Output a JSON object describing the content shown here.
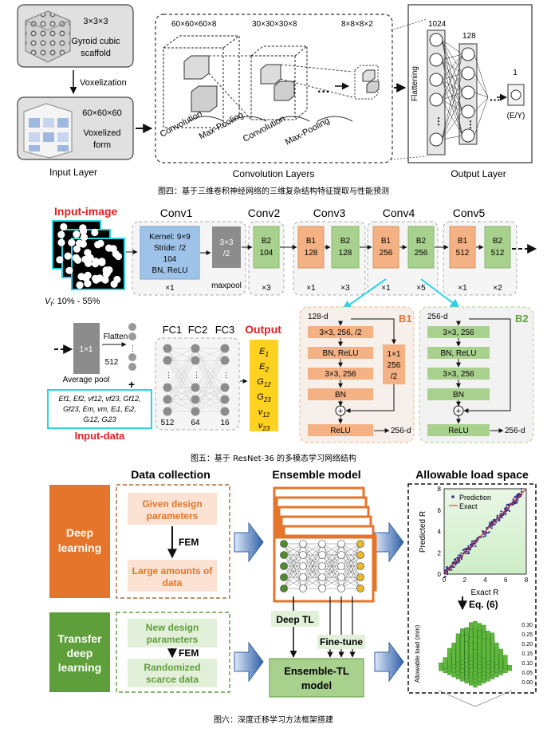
{
  "fig4": {
    "scaffold_dims": "3×3×3",
    "scaffold_label_1": "Gyroid cubic",
    "scaffold_label_2": "scaffold",
    "voxelization": "Voxelization",
    "voxel_dims": "60×60×60",
    "voxel_label_1": "Voxelized",
    "voxel_label_2": "form",
    "input_layer": "Input Layer",
    "conv_dims_1": "60×60×60×8",
    "conv_dims_2": "30×30×30×8",
    "conv_dims_3": "8×8×8×2",
    "convolution": "Convolution",
    "max_pooling": "Max-Pooling",
    "conv_layers": "Convolution Layers",
    "flattening": "Flattening",
    "n1024": "1024",
    "n128": "128",
    "n1": "1",
    "ey": "(E/Y)",
    "output_layer": "Output Layer",
    "caption": "图四：基于三维卷积神经网络的三维复杂结构特征提取与性能预测"
  },
  "fig5": {
    "input_image": "Input-image",
    "vf": "V",
    "vf_sub": "f",
    "vf_range": ": 10% - 55%",
    "conv_titles": [
      "Conv1",
      "Conv2",
      "Conv3",
      "Conv4",
      "Conv5"
    ],
    "kernel": [
      "Kernel: 9×9",
      "Stride: /2",
      "104",
      "BN, ReLU"
    ],
    "maxpool_box": [
      "3×3",
      "/2"
    ],
    "maxpool": "maxpool",
    "blocks": [
      {
        "name": "B2",
        "n": "104"
      },
      {
        "name": "B1",
        "n": "128"
      },
      {
        "name": "B2",
        "n": "128"
      },
      {
        "name": "B1",
        "n": "256"
      },
      {
        "name": "B2",
        "n": "256"
      },
      {
        "name": "B1",
        "n": "512"
      },
      {
        "name": "B2",
        "n": "512"
      }
    ],
    "mults": [
      "×1",
      "×3",
      "×1",
      "×3",
      "×1",
      "×5",
      "×1",
      "×2"
    ],
    "one_by_one": "1×1",
    "flatten": "Flatten",
    "n512a": "512",
    "avg_pool": "Average pool",
    "fc_titles": [
      "FC1",
      "FC2",
      "FC3"
    ],
    "fc_sizes": [
      "512",
      "64",
      "16"
    ],
    "output": "Output",
    "outputs": [
      "E1",
      "E2",
      "G12",
      "G23",
      "v12",
      "v23"
    ],
    "input_data_text": [
      "Ef1, Ef2, vf12, vf23, Gf12,",
      "Gf23, Em, vm, Eᵢ1, Eᵢ2,",
      "Gᵢ12, Gᵢ23"
    ],
    "input_data": "Input-data",
    "b1": {
      "label": "B1",
      "in": "128-d",
      "l1": "3×3, 256, /2",
      "l2": "BN, ReLU",
      "l3": "3×3, 256",
      "l4": "BN",
      "side": [
        "1×1",
        "256",
        "/2"
      ],
      "relu": "ReLU",
      "out": "256-d"
    },
    "b2": {
      "label": "B2",
      "in": "256-d",
      "l1": "3×3, 256",
      "l2": "BN, ReLU",
      "l3": "3×3, 256",
      "l4": "BN",
      "relu": "ReLU",
      "out": "256-d"
    },
    "caption": "图五：基于 ResNet-36 的多模态学习网络结构"
  },
  "fig6": {
    "data_collection": "Data collection",
    "ensemble_model": "Ensemble model",
    "allowable_load_space": "Allowable load space",
    "deep_learning": [
      "Deep",
      "learning"
    ],
    "transfer": [
      "Transfer",
      "deep",
      "learning"
    ],
    "given": [
      "Given design",
      "parameters"
    ],
    "fem": "FEM",
    "large": [
      "Large amounts of",
      "data"
    ],
    "new": [
      "New design",
      "parameters"
    ],
    "random": [
      "Randomized",
      "scarce data"
    ],
    "deep_tl": "Deep TL",
    "fine_tune": "Fine-tune",
    "ensemble_tl": [
      "Ensemble-TL",
      "model"
    ],
    "eq": "Eq. (6)",
    "legend_pred": "Prediction",
    "legend_exact": "Exact",
    "xlabel": "Exact R",
    "ylabel": "Predicted R",
    "ticks": [
      "0",
      "2",
      "4",
      "6",
      "8"
    ],
    "zlabel": "Allowable load (mm)",
    "zticks": [
      "0.00",
      "0.05",
      "0.10",
      "0.15",
      "0.20",
      "0.25",
      "0.30"
    ],
    "caption": "图六：深度迁移学习方法框架搭建"
  },
  "colors": {
    "conv1_blue": "#9fc3e8",
    "gray_box": "#8c8c8c",
    "green": "#a9d18e",
    "orange": "#f4b183",
    "output_yellow": "#ffd21f",
    "red": "#e02020",
    "cyan": "#2ad4e4",
    "dl_orange": "#e4752b",
    "tl_green": "#5e9e3b"
  }
}
